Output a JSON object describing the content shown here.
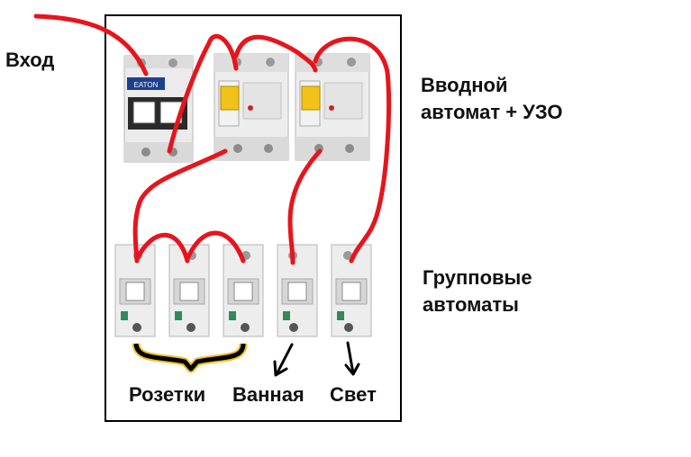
{
  "labels": {
    "input": "Вход",
    "main_line1": "Вводной",
    "main_line2": "автомат + УЗО",
    "group_line1": "Групповые",
    "group_line2": "автоматы"
  },
  "outputs": {
    "sockets": "Розетки",
    "bathroom": "Ванная",
    "light": "Свет"
  },
  "device_markings": {
    "brand": "EATON"
  },
  "colors": {
    "wire": "#e8141c",
    "enclosure": "#000000",
    "device_body": "#ececec",
    "rcd_toggle": "#f2c21a",
    "brace_fill": "#000000",
    "brace_outline": "#f0c020"
  },
  "counts": {
    "main_breakers": 1,
    "rcbo": 2,
    "group_breakers": 5
  }
}
